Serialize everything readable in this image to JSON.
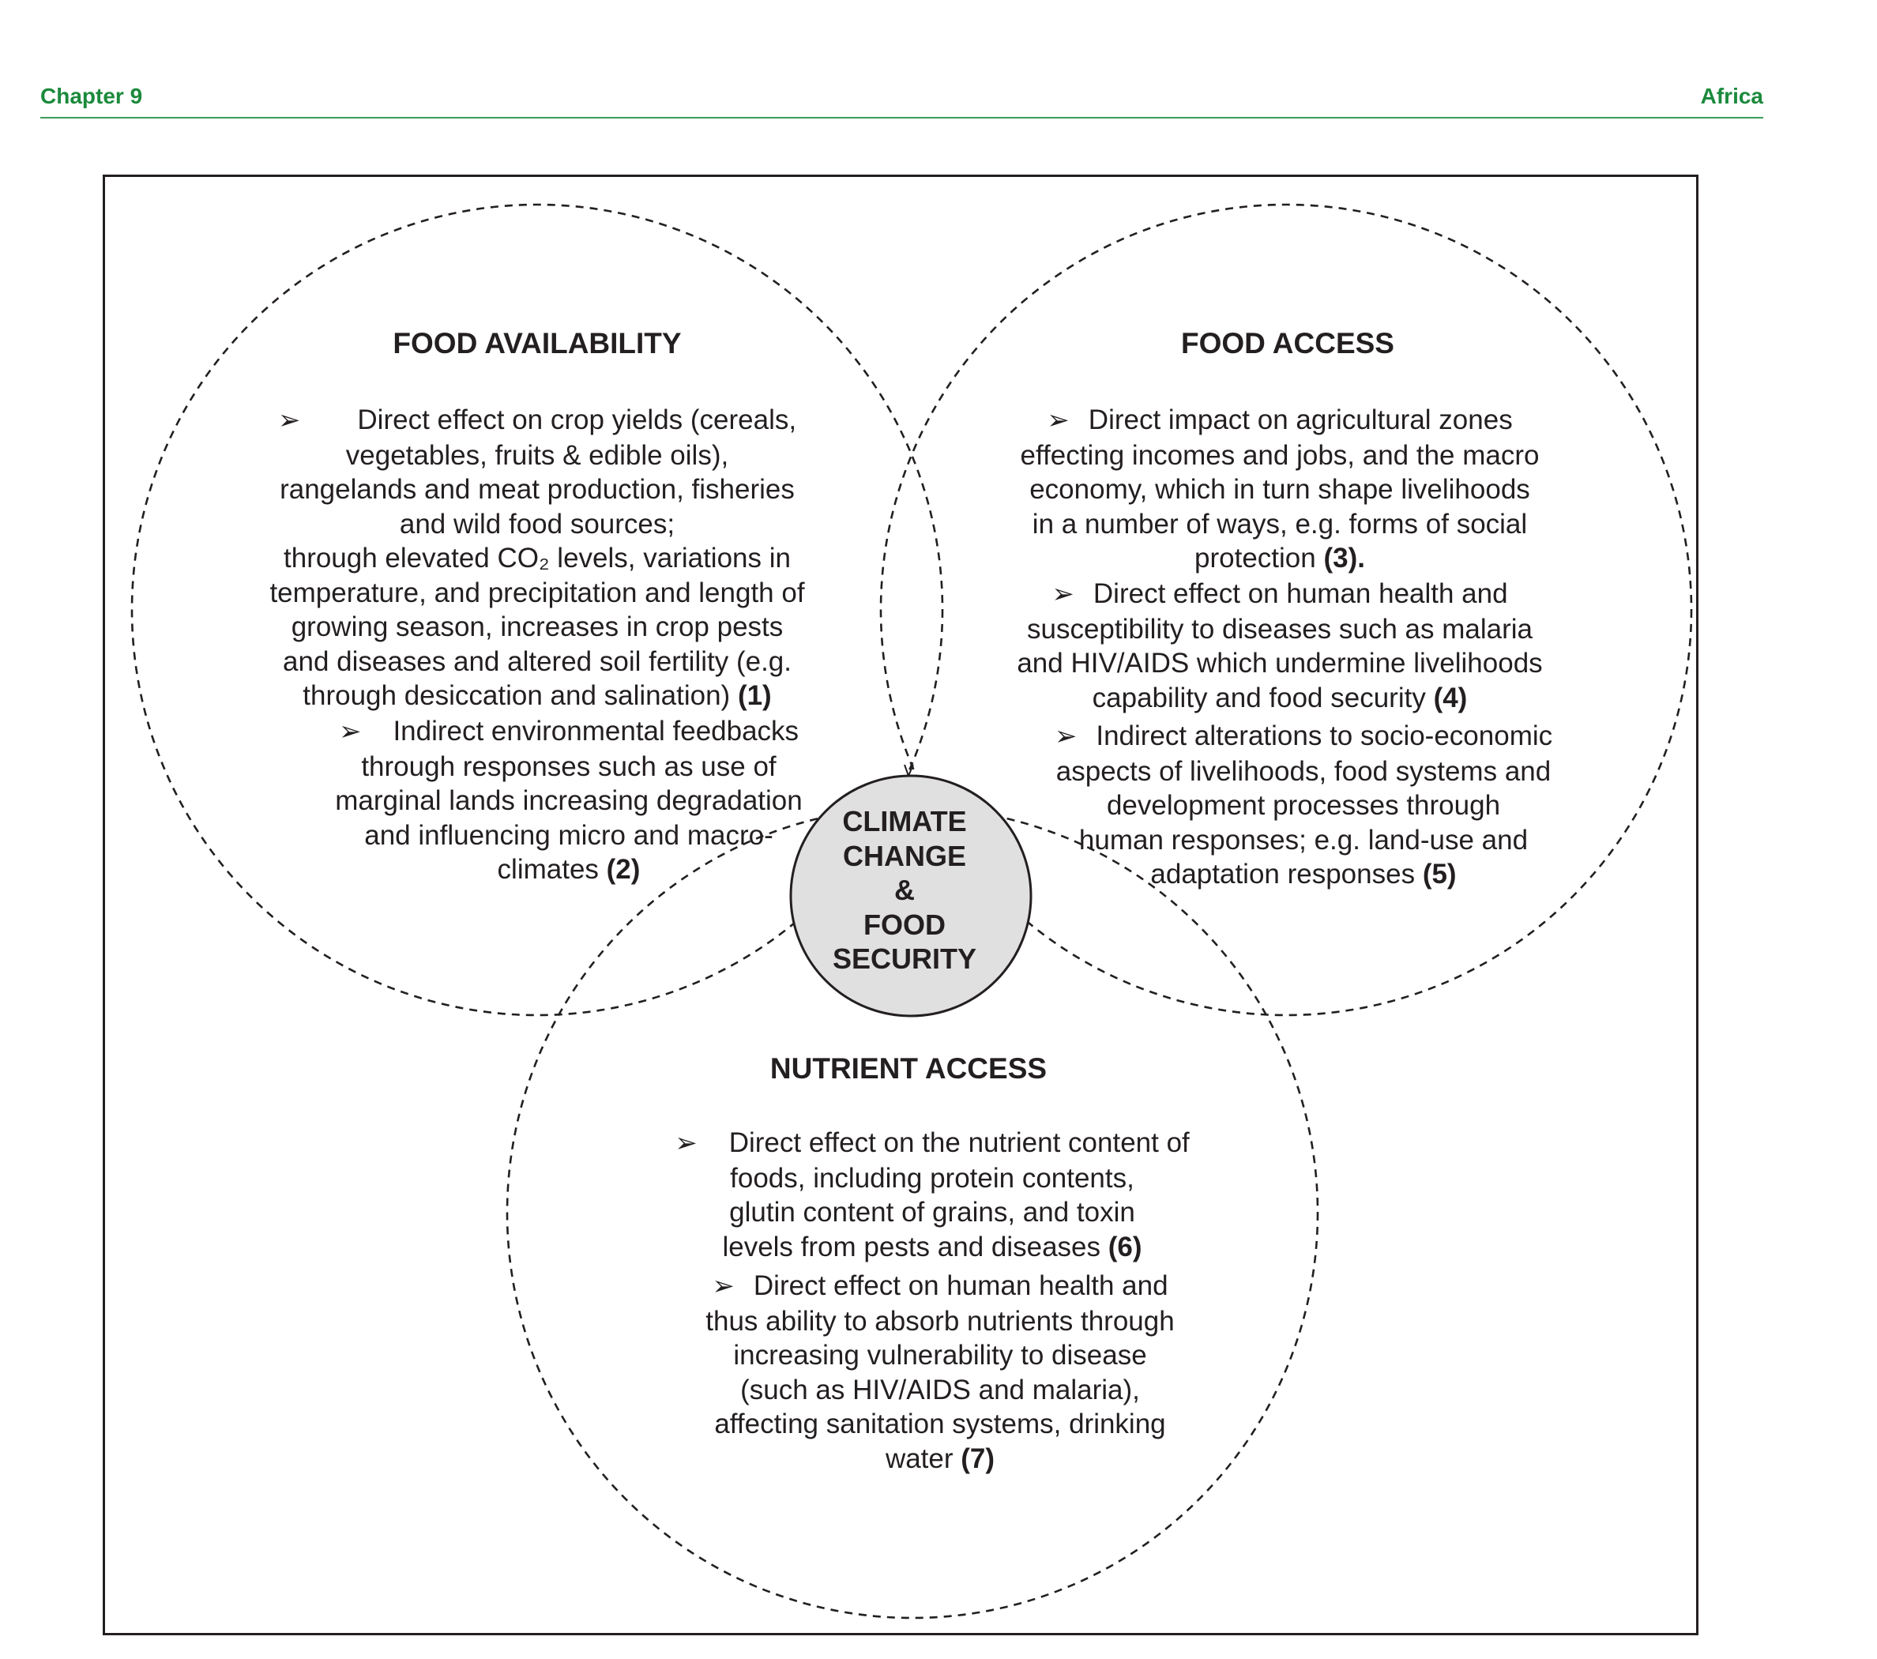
{
  "header": {
    "chapter": "Chapter 9",
    "section": "Africa"
  },
  "diagram": {
    "center": [
      "CLIMATE",
      "CHANGE",
      "&",
      "FOOD",
      "SECURITY"
    ],
    "circles": [
      {
        "id": "food-availability",
        "title": "FOOD AVAILABILITY",
        "items": [
          {
            "ref": "(1)",
            "lines": [
              "Direct effect on crop yields (cereals,",
              "vegetables, fruits & edible oils),",
              "rangelands and meat production, fisheries",
              "and wild food sources;",
              "through elevated CO₂ levels, variations in",
              "temperature, and precipitation and length of",
              "growing season, increases in crop pests",
              "and diseases and altered soil fertility (e.g.",
              "through desiccation and salination)"
            ]
          },
          {
            "ref": "(2)",
            "lines": [
              "Indirect environmental feedbacks",
              "through responses such as use of",
              "marginal lands increasing degradation",
              "and influencing micro and macro-",
              "climates"
            ]
          }
        ]
      },
      {
        "id": "food-access",
        "title": "FOOD ACCESS",
        "items": [
          {
            "ref": "(3).",
            "lines": [
              "Direct impact on agricultural zones",
              "effecting incomes and jobs, and the macro",
              "economy, which in turn shape livelihoods",
              "in a number of ways, e.g. forms of social",
              "protection"
            ]
          },
          {
            "ref": "(4)",
            "lines": [
              "Direct effect on human health and",
              "susceptibility to diseases such as malaria",
              "and HIV/AIDS which undermine livelihoods",
              "capability and food security"
            ]
          },
          {
            "ref": "(5)",
            "lines": [
              "Indirect alterations to socio-economic",
              "aspects of livelihoods, food systems and",
              "development processes through",
              "human responses; e.g. land-use and",
              "adaptation responses"
            ]
          }
        ]
      },
      {
        "id": "nutrient-access",
        "title": "NUTRIENT ACCESS",
        "items": [
          {
            "ref": "(6)",
            "lines": [
              "Direct effect on the nutrient content of",
              "foods, including protein contents,",
              "glutin content of grains, and toxin",
              "levels from pests and diseases"
            ]
          },
          {
            "ref": "(7)",
            "lines": [
              "Direct effect on human health and",
              "thus ability to absorb nutrients through",
              "increasing vulnerability to disease",
              "(such as HIV/AIDS and malaria),",
              "affecting sanitation systems, drinking",
              "water"
            ]
          }
        ]
      }
    ]
  }
}
